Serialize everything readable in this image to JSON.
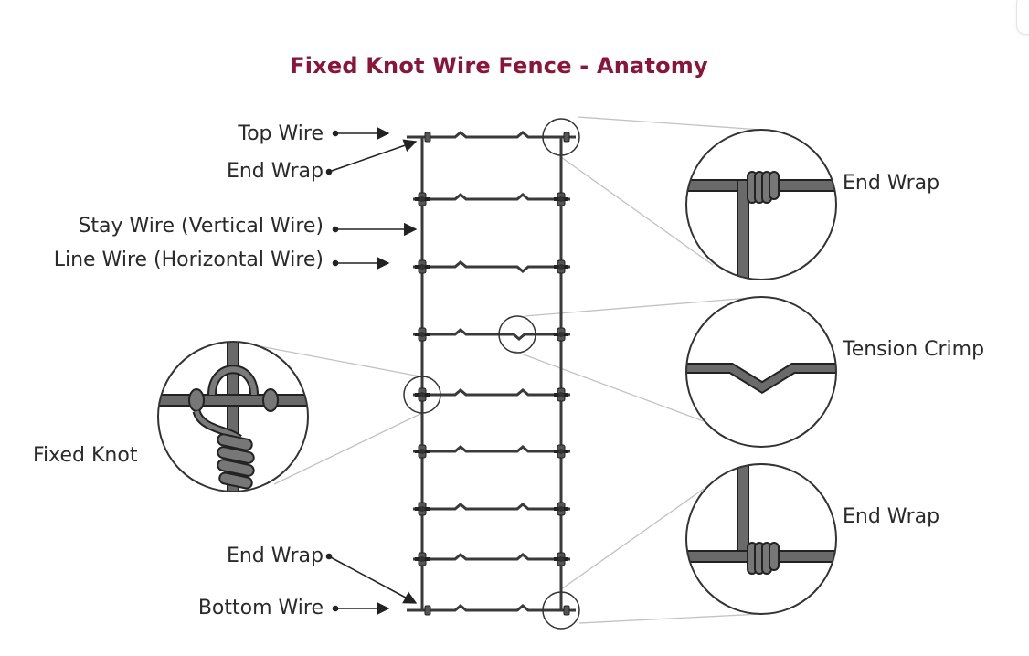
{
  "title": "Fixed Knot Wire Fence - Anatomy",
  "labels": {
    "top_wire": "Top Wire",
    "end_wrap_top": "End Wrap",
    "stay_wire": "Stay Wire (Vertical Wire)",
    "line_wire": "Line Wire (Horizontal Wire)",
    "fixed_knot": "Fixed Knot",
    "end_wrap_bottom": "End Wrap",
    "bottom_wire": "Bottom Wire"
  },
  "callouts": {
    "end_wrap_top": "End Wrap",
    "tension_crimp": "Tension Crimp",
    "end_wrap_bottom": "End Wrap"
  },
  "colors": {
    "title": "#8b1538",
    "wire": "#3a3a3a",
    "wire_fill": "#6a6a6a",
    "leader": "#bdbdbd"
  }
}
